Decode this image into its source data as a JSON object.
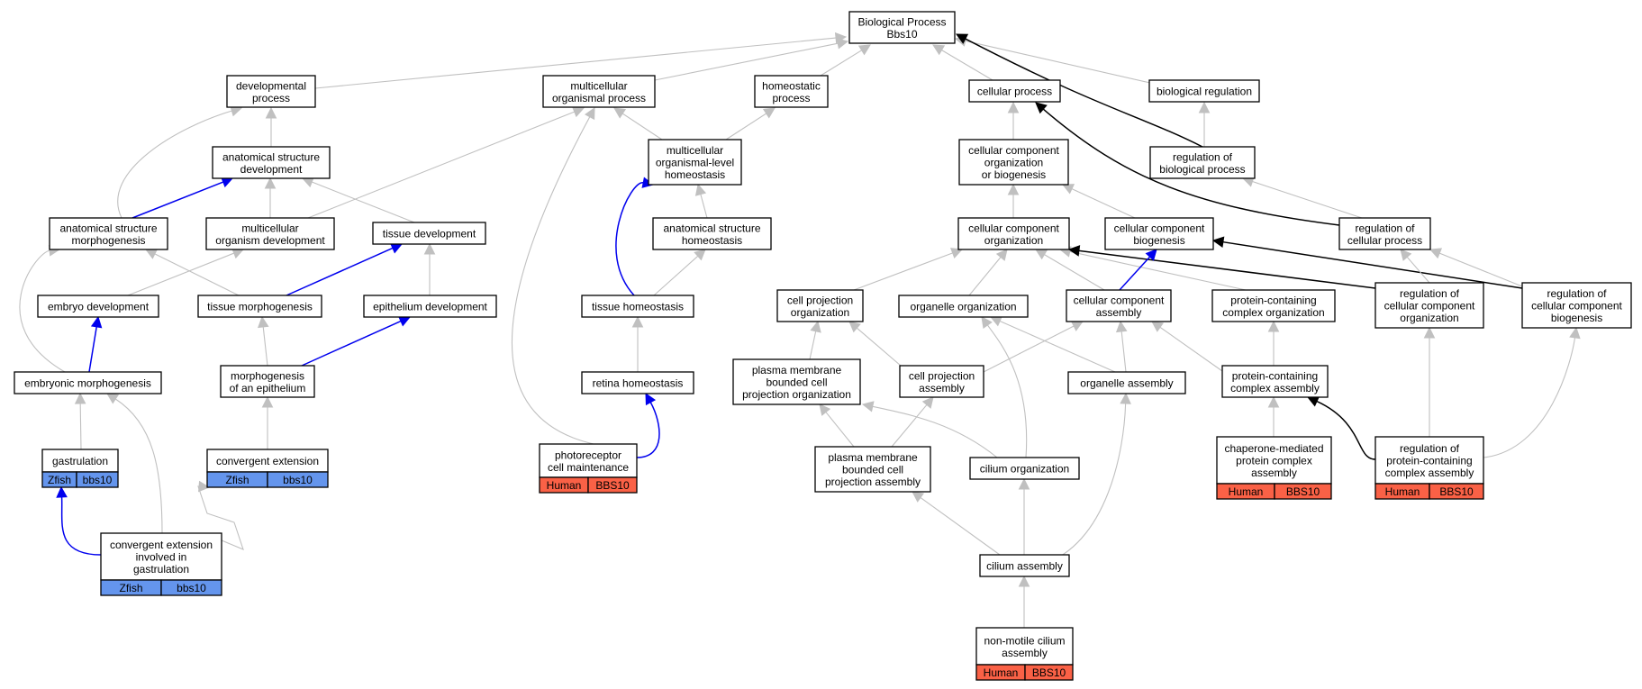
{
  "colors": {
    "is_a_edge": "#c0c0c0",
    "part_of_edge": "#0000ee",
    "regulates_edge": "#000000",
    "zfish_tag": "#6495ed",
    "human_tag": "#fa6146",
    "node_border": "#000000",
    "background": "#ffffff"
  },
  "nodes": {
    "bp": {
      "lines": [
        "Biological Process",
        "Bbs10"
      ]
    },
    "dev": {
      "lines": [
        "developmental",
        "process"
      ]
    },
    "mop": {
      "lines": [
        "multicellular",
        "organismal process"
      ]
    },
    "homeo": {
      "lines": [
        "homeostatic",
        "process"
      ]
    },
    "cellproc": {
      "lines": [
        "cellular process"
      ]
    },
    "bioreg": {
      "lines": [
        "biological regulation"
      ]
    },
    "asd": {
      "lines": [
        "anatomical structure",
        "development"
      ]
    },
    "mlh": {
      "lines": [
        "multicellular",
        "organismal-level",
        "homeostasis"
      ]
    },
    "ccob": {
      "lines": [
        "cellular component",
        "organization",
        "or biogenesis"
      ]
    },
    "rbp": {
      "lines": [
        "regulation of",
        "biological process"
      ]
    },
    "asm": {
      "lines": [
        "anatomical structure",
        "morphogenesis"
      ]
    },
    "mod": {
      "lines": [
        "multicellular",
        "organism development"
      ]
    },
    "td": {
      "lines": [
        "tissue development"
      ]
    },
    "ash": {
      "lines": [
        "anatomical structure",
        "homeostasis"
      ]
    },
    "cco": {
      "lines": [
        "cellular component",
        "organization"
      ]
    },
    "ccb": {
      "lines": [
        "cellular component",
        "biogenesis"
      ]
    },
    "rcp": {
      "lines": [
        "regulation of",
        "cellular process"
      ]
    },
    "ed": {
      "lines": [
        "embryo development"
      ]
    },
    "tm": {
      "lines": [
        "tissue morphogenesis"
      ]
    },
    "epd": {
      "lines": [
        "epithelium development"
      ]
    },
    "th": {
      "lines": [
        "tissue homeostasis"
      ]
    },
    "cpo": {
      "lines": [
        "cell projection",
        "organization"
      ]
    },
    "oo": {
      "lines": [
        "organelle organization"
      ]
    },
    "cca": {
      "lines": [
        "cellular component",
        "assembly"
      ]
    },
    "pcco": {
      "lines": [
        "protein-containing",
        "complex organization"
      ]
    },
    "rcco": {
      "lines": [
        "regulation of",
        "cellular component",
        "organization"
      ]
    },
    "rccb": {
      "lines": [
        "regulation of",
        "cellular component",
        "biogenesis"
      ]
    },
    "em": {
      "lines": [
        "embryonic morphogenesis"
      ]
    },
    "moe": {
      "lines": [
        "morphogenesis",
        "of an epithelium"
      ]
    },
    "rh": {
      "lines": [
        "retina homeostasis"
      ]
    },
    "pmbcpo": {
      "lines": [
        "plasma membrane",
        "bounded cell",
        "projection organization"
      ]
    },
    "cpa": {
      "lines": [
        "cell projection",
        "assembly"
      ]
    },
    "oa": {
      "lines": [
        "organelle assembly"
      ]
    },
    "pcca": {
      "lines": [
        "protein-containing",
        "complex assembly"
      ]
    },
    "gast": {
      "lines": [
        "gastrulation"
      ],
      "tags": [
        "Zfish",
        "bbs10"
      ]
    },
    "ce": {
      "lines": [
        "convergent extension"
      ],
      "tags": [
        "Zfish",
        "bbs10"
      ]
    },
    "pcm": {
      "lines": [
        "photoreceptor",
        "cell maintenance"
      ],
      "tags": [
        "Human",
        "BBS10"
      ]
    },
    "pmbcpa": {
      "lines": [
        "plasma membrane",
        "bounded cell",
        "projection assembly"
      ]
    },
    "co": {
      "lines": [
        "cilium organization"
      ]
    },
    "cmpca": {
      "lines": [
        "chaperone-mediated",
        "protein complex",
        "assembly"
      ],
      "tags": [
        "Human",
        "BBS10"
      ]
    },
    "rpcca": {
      "lines": [
        "regulation of",
        "protein-containing",
        "complex assembly"
      ],
      "tags": [
        "Human",
        "BBS10"
      ]
    },
    "ceig": {
      "lines": [
        "convergent extension",
        "involved in",
        "gastrulation"
      ],
      "tags": [
        "Zfish",
        "bbs10"
      ]
    },
    "ca": {
      "lines": [
        "cilium assembly"
      ]
    },
    "nmca": {
      "lines": [
        "non-motile cilium",
        "assembly"
      ],
      "tags": [
        "Human",
        "BBS10"
      ]
    }
  },
  "edges": [
    {
      "from": "dev",
      "to": "bp",
      "type": "is_a"
    },
    {
      "from": "mop",
      "to": "bp",
      "type": "is_a"
    },
    {
      "from": "homeo",
      "to": "bp",
      "type": "is_a"
    },
    {
      "from": "cellproc",
      "to": "bp",
      "type": "is_a"
    },
    {
      "from": "bioreg",
      "to": "bp",
      "type": "is_a"
    },
    {
      "from": "rbp",
      "to": "bp",
      "type": "regulates"
    },
    {
      "from": "asd",
      "to": "dev",
      "type": "is_a"
    },
    {
      "from": "asm",
      "to": "dev",
      "type": "is_a"
    },
    {
      "from": "mod",
      "to": "mop",
      "type": "is_a"
    },
    {
      "from": "mlh",
      "to": "mop",
      "type": "is_a"
    },
    {
      "from": "pcm",
      "to": "mop",
      "type": "is_a"
    },
    {
      "from": "mlh",
      "to": "homeo",
      "type": "is_a"
    },
    {
      "from": "ccob",
      "to": "cellproc",
      "type": "is_a"
    },
    {
      "from": "rcp",
      "to": "cellproc",
      "type": "regulates"
    },
    {
      "from": "rbp",
      "to": "bioreg",
      "type": "is_a"
    },
    {
      "from": "rcp",
      "to": "rbp",
      "type": "is_a"
    },
    {
      "from": "asm",
      "to": "asd",
      "type": "part_of"
    },
    {
      "from": "mod",
      "to": "asd",
      "type": "is_a"
    },
    {
      "from": "td",
      "to": "asd",
      "type": "is_a"
    },
    {
      "from": "th",
      "to": "mlh",
      "type": "part_of"
    },
    {
      "from": "ash",
      "to": "mlh",
      "type": "is_a"
    },
    {
      "from": "cco",
      "to": "ccob",
      "type": "is_a"
    },
    {
      "from": "ccb",
      "to": "ccob",
      "type": "is_a"
    },
    {
      "from": "ed",
      "to": "mod",
      "type": "is_a"
    },
    {
      "from": "tm",
      "to": "asm",
      "type": "is_a"
    },
    {
      "from": "em",
      "to": "asm",
      "type": "is_a"
    },
    {
      "from": "tm",
      "to": "td",
      "type": "part_of"
    },
    {
      "from": "epd",
      "to": "td",
      "type": "is_a"
    },
    {
      "from": "th",
      "to": "ash",
      "type": "is_a"
    },
    {
      "from": "cpo",
      "to": "cco",
      "type": "is_a"
    },
    {
      "from": "oo",
      "to": "cco",
      "type": "is_a"
    },
    {
      "from": "cca",
      "to": "cco",
      "type": "is_a"
    },
    {
      "from": "pcco",
      "to": "cco",
      "type": "is_a"
    },
    {
      "from": "rcco",
      "to": "cco",
      "type": "regulates"
    },
    {
      "from": "cca",
      "to": "ccb",
      "type": "part_of"
    },
    {
      "from": "rccb",
      "to": "ccb",
      "type": "regulates"
    },
    {
      "from": "rcco",
      "to": "rcp",
      "type": "is_a"
    },
    {
      "from": "rccb",
      "to": "rcp",
      "type": "is_a"
    },
    {
      "from": "em",
      "to": "ed",
      "type": "part_of"
    },
    {
      "from": "moe",
      "to": "tm",
      "type": "is_a"
    },
    {
      "from": "moe",
      "to": "epd",
      "type": "part_of"
    },
    {
      "from": "rh",
      "to": "th",
      "type": "is_a"
    },
    {
      "from": "gast",
      "to": "em",
      "type": "is_a"
    },
    {
      "from": "ceig",
      "to": "em",
      "type": "is_a"
    },
    {
      "from": "ce",
      "to": "moe",
      "type": "is_a"
    },
    {
      "from": "pcm",
      "to": "rh",
      "type": "part_of"
    },
    {
      "from": "pmbcpo",
      "to": "cpo",
      "type": "is_a"
    },
    {
      "from": "cpa",
      "to": "cpo",
      "type": "is_a"
    },
    {
      "from": "cpa",
      "to": "cca",
      "type": "is_a"
    },
    {
      "from": "oa",
      "to": "cca",
      "type": "is_a"
    },
    {
      "from": "pcca",
      "to": "cca",
      "type": "is_a"
    },
    {
      "from": "oa",
      "to": "oo",
      "type": "is_a"
    },
    {
      "from": "co",
      "to": "oo",
      "type": "is_a"
    },
    {
      "from": "pcca",
      "to": "pcco",
      "type": "is_a"
    },
    {
      "from": "pmbcpa",
      "to": "pmbcpo",
      "type": "is_a"
    },
    {
      "from": "co",
      "to": "pmbcpo",
      "type": "is_a"
    },
    {
      "from": "pmbcpa",
      "to": "cpa",
      "type": "is_a"
    },
    {
      "from": "ca",
      "to": "oa",
      "type": "is_a"
    },
    {
      "from": "cmpca",
      "to": "pcca",
      "type": "is_a"
    },
    {
      "from": "rpcca",
      "to": "pcca",
      "type": "regulates"
    },
    {
      "from": "ca",
      "to": "pmbcpa",
      "type": "is_a"
    },
    {
      "from": "ca",
      "to": "co",
      "type": "is_a"
    },
    {
      "from": "nmca",
      "to": "ca",
      "type": "is_a"
    },
    {
      "from": "ceig",
      "to": "gast",
      "type": "part_of"
    },
    {
      "from": "ceig",
      "to": "ce",
      "type": "is_a"
    },
    {
      "from": "rpcca",
      "to": "rcco",
      "type": "is_a"
    },
    {
      "from": "rpcca",
      "to": "rccb",
      "type": "is_a"
    }
  ]
}
